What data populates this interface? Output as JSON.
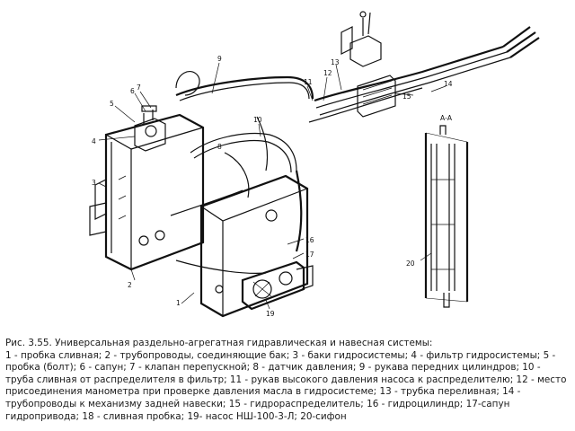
{
  "figure": {
    "section_label": "А-А",
    "callouts": [
      "1",
      "2",
      "3",
      "4",
      "5",
      "6",
      "7",
      "8",
      "9",
      "10",
      "11",
      "12",
      "13",
      "14",
      "15",
      "16",
      "17",
      "19",
      "20"
    ]
  },
  "caption": {
    "title": "Рис. 3.55. Универсальная раздельно-агрегатная гидравлическая и навесная системы:",
    "legend": "1 - пробка сливная; 2 - трубопроводы, соединяющие бак; 3 - баки гидросистемы; 4 - фильтр гидросистемы; 5 - пробка (болт); 6 - сапун; 7 - клапан перепускной; 8 - датчик давления; 9 - рукава передних цилиндров; 10 - труба сливная от распределителя в фильтр; 11 - рукав высокого давления насоса к распределителю; 12 - место присоединения манометра при проверке давления масла в гидросистеме; 13 - трубка переливная; 14 - трубопроводы к механизму задней навески; 15 - гидрораспределитель; 16 - гидроцилиндр; 17-сапун гидропривода; 18 - сливная пробка; 19- насос НШ-100-3-Л; 20-сифон"
  }
}
